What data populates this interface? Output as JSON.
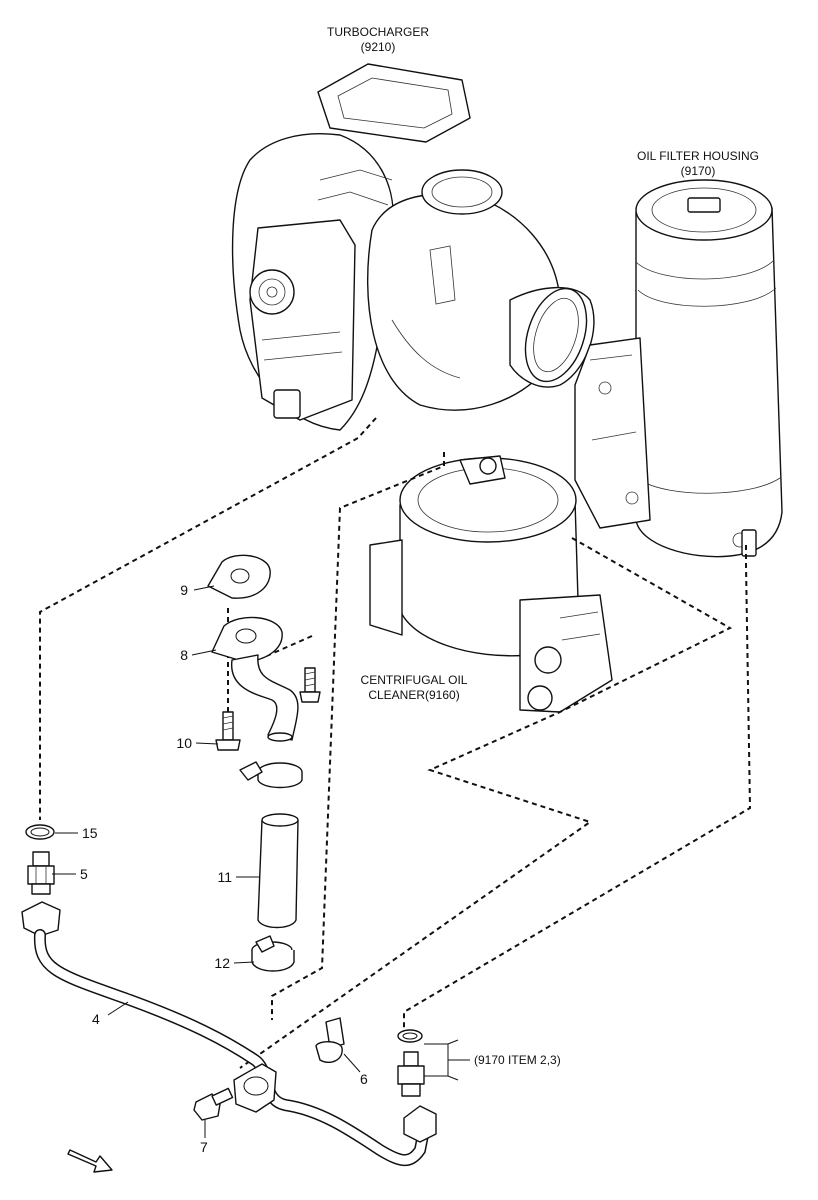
{
  "components": {
    "turbocharger": {
      "name": "TURBOCHARGER",
      "ref": "(9210)"
    },
    "oil_filter_housing": {
      "name": "OIL FILTER HOUSING",
      "ref": "(9170)"
    },
    "centrifugal_oil_cleaner": {
      "line1": "CENTRIFUGAL OIL",
      "line2": "CLEANER(9160)"
    }
  },
  "callouts": {
    "c4": "4",
    "c5": "5",
    "c6": "6",
    "c7": "7",
    "c8": "8",
    "c9": "9",
    "c10": "10",
    "c11": "11",
    "c12": "12",
    "c15": "15",
    "ref_9170": "(9170 ITEM 2,3)"
  }
}
